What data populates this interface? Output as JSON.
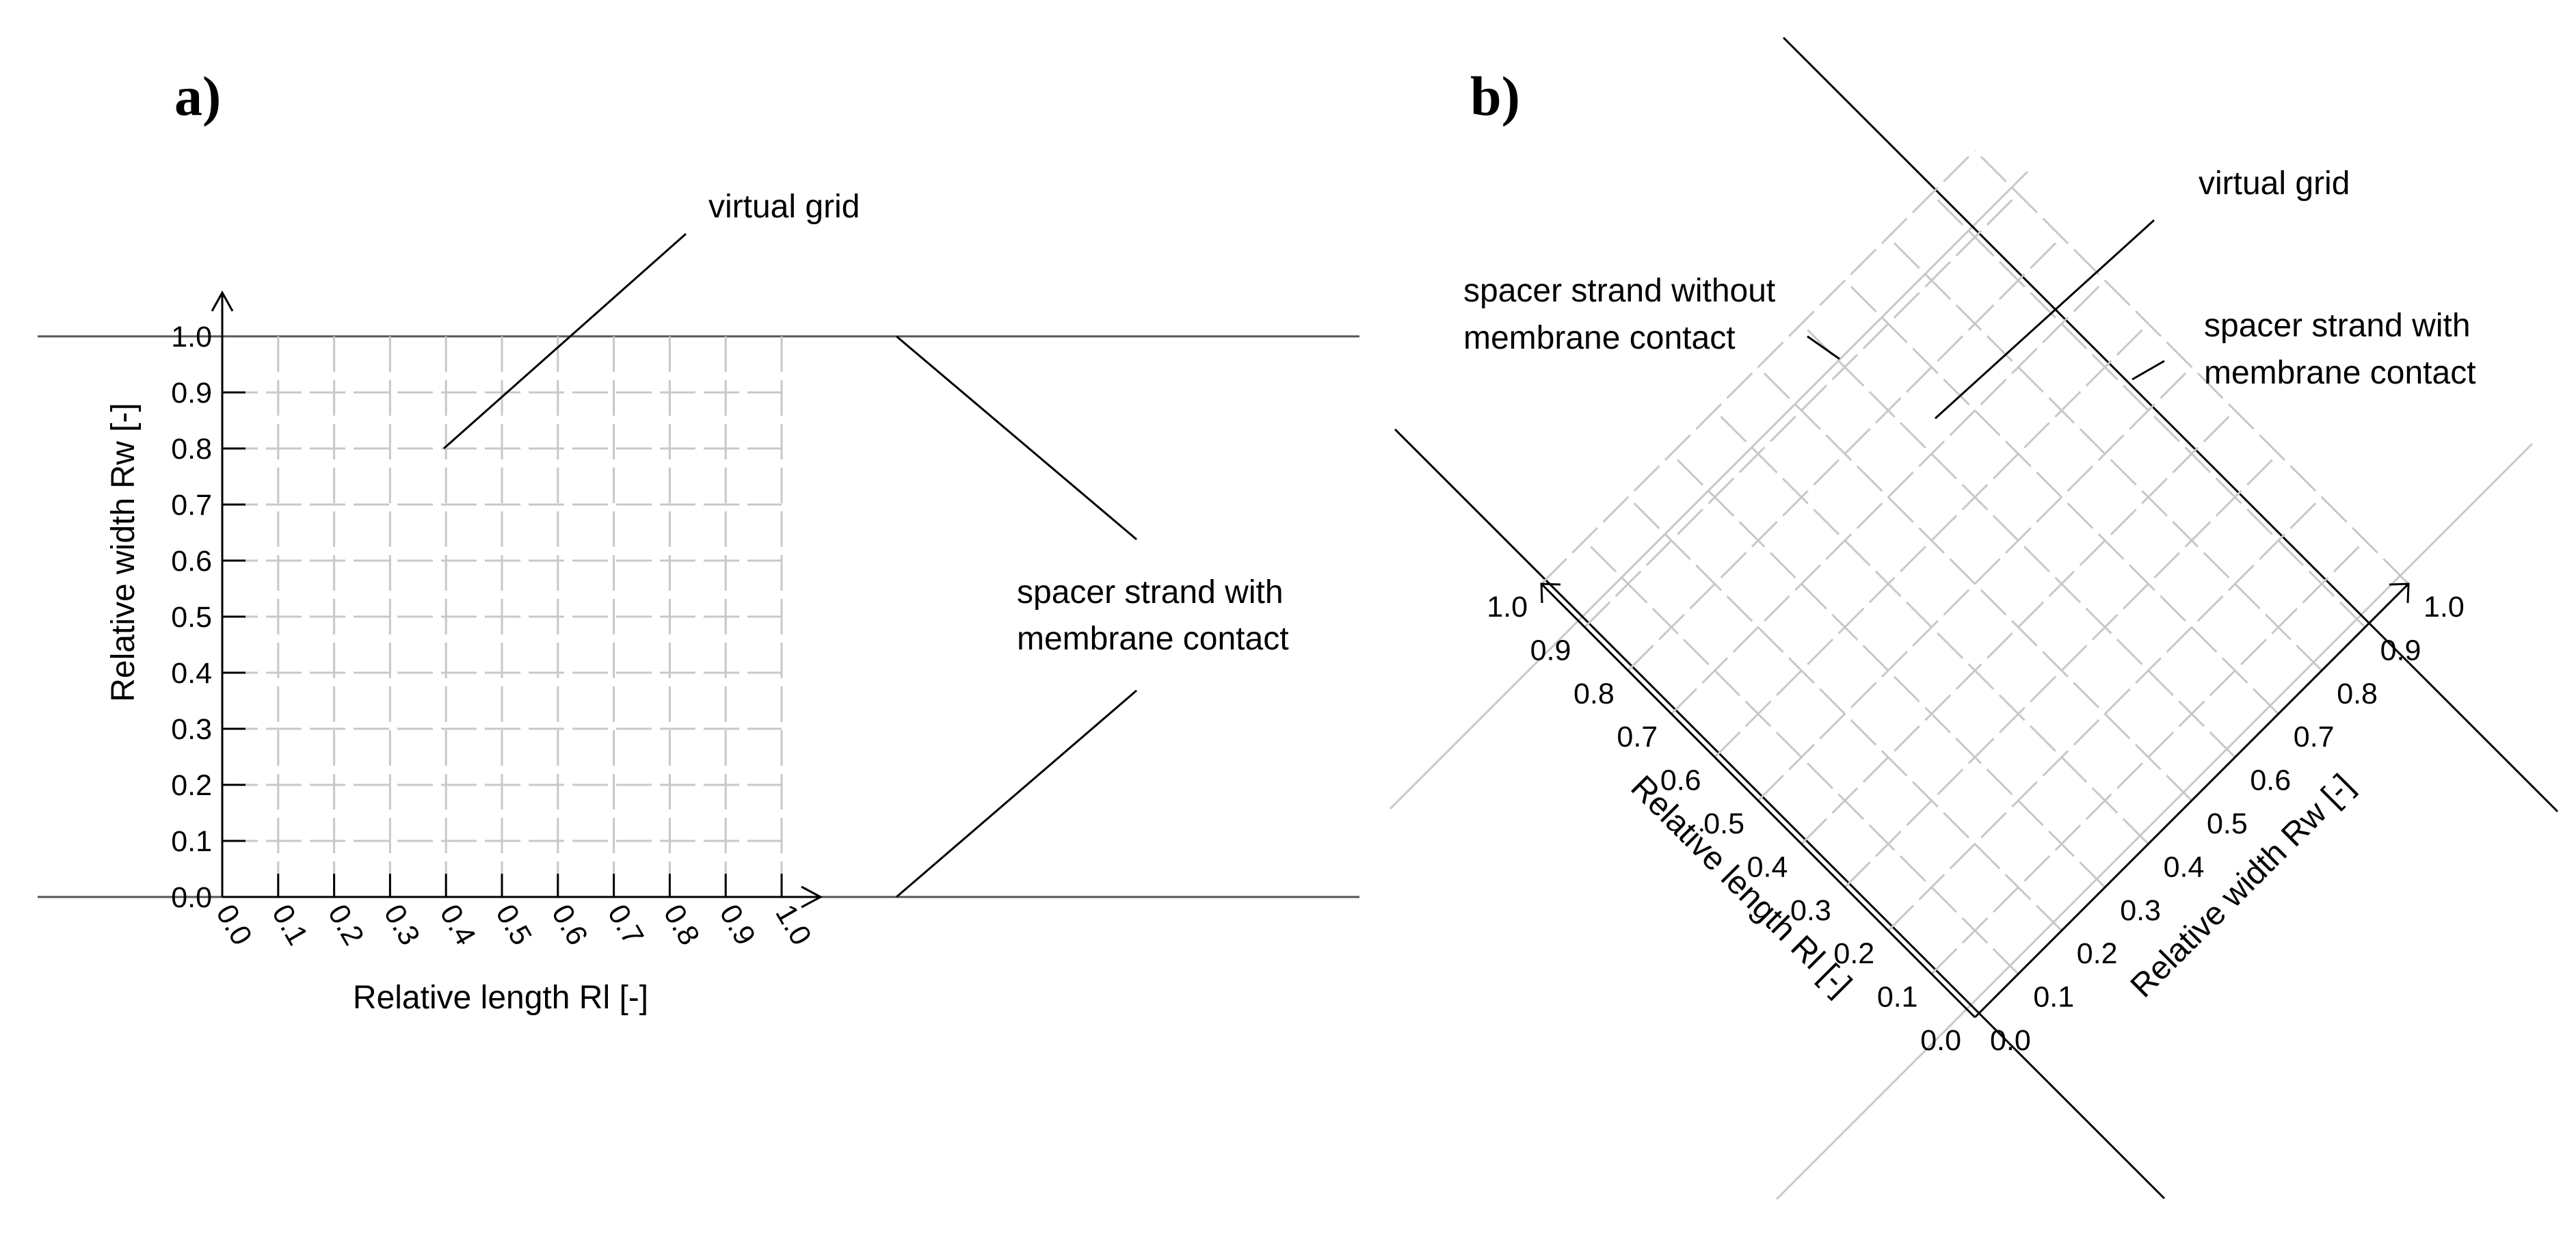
{
  "panel_a": {
    "label": "a)",
    "y_axis_title": "Relative width Rw [-]",
    "x_axis_title": "Relative length Rl [-]",
    "y_ticks": [
      "0.0",
      "0.1",
      "0.2",
      "0.3",
      "0.4",
      "0.5",
      "0.6",
      "0.7",
      "0.8",
      "0.9",
      "1.0"
    ],
    "x_ticks": [
      "0.0",
      "0.1",
      "0.2",
      "0.3",
      "0.4",
      "0.5",
      "0.6",
      "0.7",
      "0.8",
      "0.9",
      "1.0"
    ],
    "annotation_grid": "virtual grid",
    "annotation_strand_line1": "spacer strand with",
    "annotation_strand_line2": "membrane contact"
  },
  "panel_b": {
    "label": "b)",
    "left_axis_title": "Relative length Rl [-]",
    "right_axis_title": "Relative width Rw [-]",
    "left_ticks": [
      "0.0",
      "0.1",
      "0.2",
      "0.3",
      "0.4",
      "0.5",
      "0.6",
      "0.7",
      "0.8",
      "0.9",
      "1.0"
    ],
    "right_ticks": [
      "0.0",
      "0.1",
      "0.2",
      "0.3",
      "0.4",
      "0.5",
      "0.6",
      "0.7",
      "0.8",
      "0.9",
      "1.0"
    ],
    "annotation_grid": "virtual grid",
    "annotation_without_line1": "spacer strand without",
    "annotation_without_line2": "membrane contact",
    "annotation_with_line1": "spacer strand with",
    "annotation_with_line2": "membrane contact"
  },
  "colors": {
    "strand_with_contact": "#000000",
    "strand_without_contact": "#c8c8c8",
    "virtual_grid": "#c8c8c8",
    "boundary_line": "#555555"
  }
}
